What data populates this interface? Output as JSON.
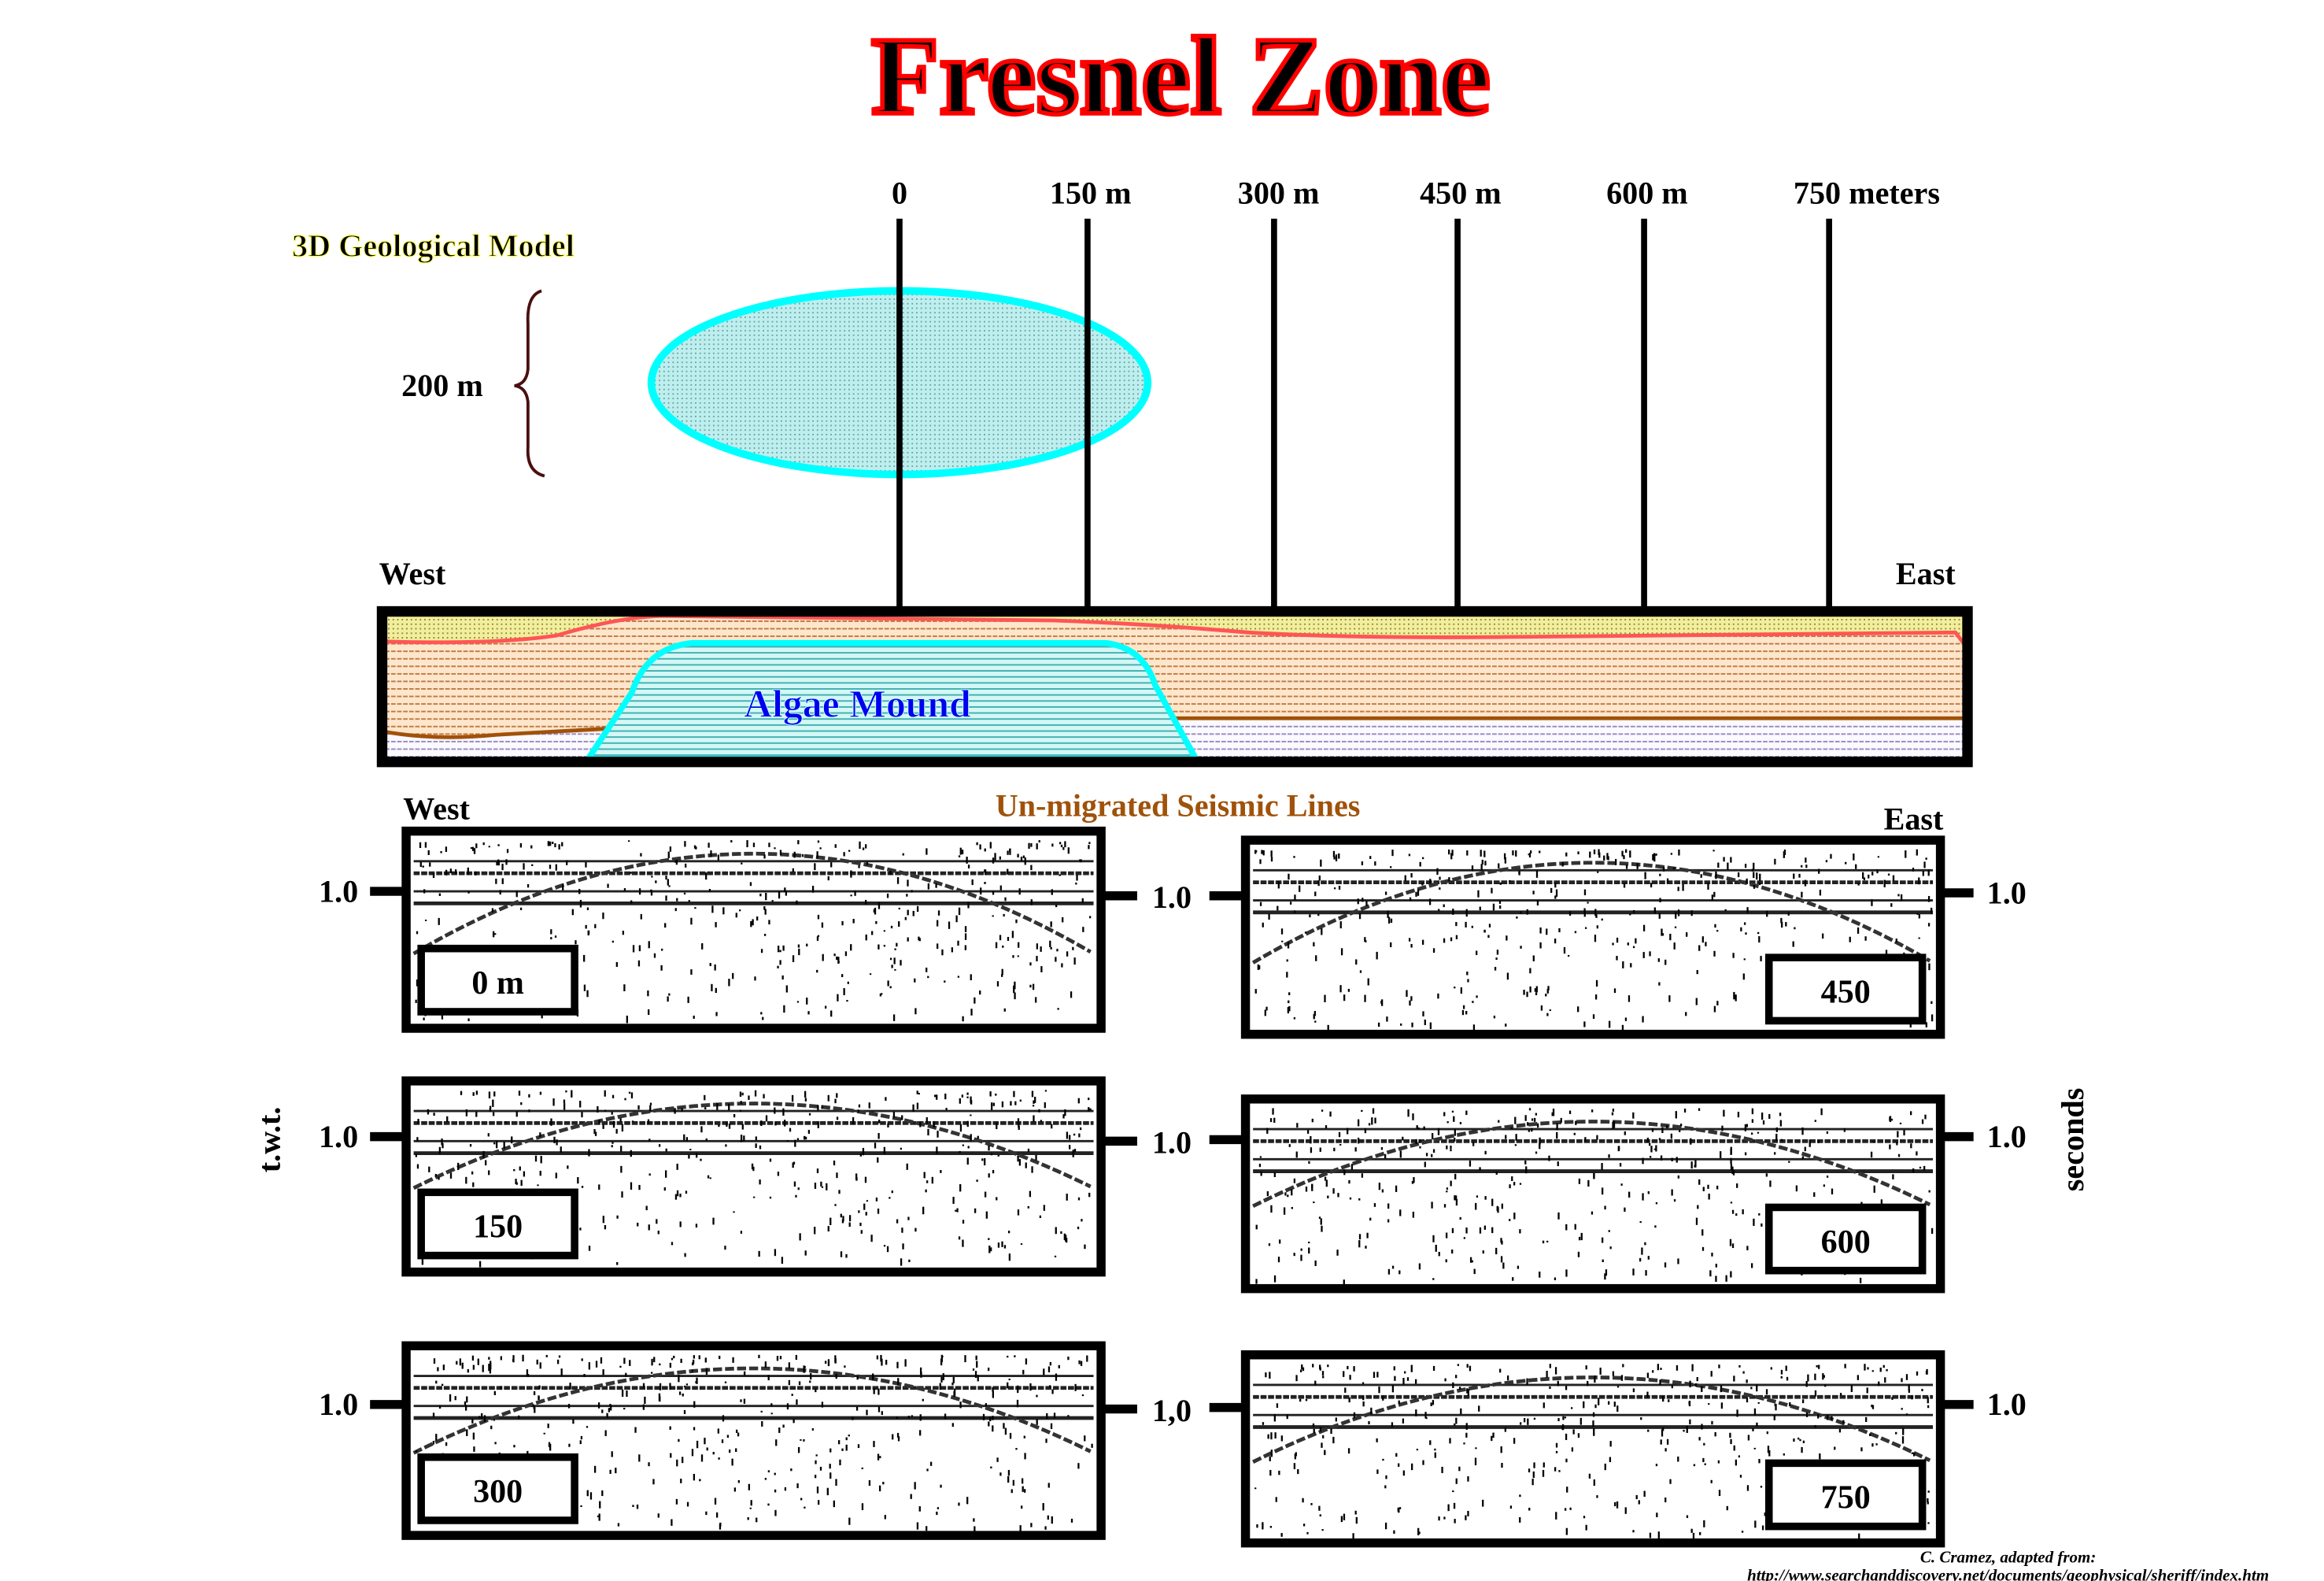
{
  "title": "Fresnel Zone",
  "model_label": "3D Geological Model",
  "height_label": "200 m",
  "distance_labels": [
    "0",
    "150 m",
    "300 m",
    "450 m",
    "600 m",
    "750 meters"
  ],
  "section": {
    "west": "West",
    "east": "East",
    "mound_label": "Algae Mound"
  },
  "seismic": {
    "title": "Un-migrated Seismic Lines",
    "west": "West",
    "east": "East",
    "y_axis_left": "t.w.t.",
    "y_axis_right": "seconds",
    "panels": [
      {
        "label": "0 m",
        "left_tick": "1.0",
        "right_tick": "1.0"
      },
      {
        "label": "150",
        "left_tick": "1.0",
        "right_tick": "1.0"
      },
      {
        "label": "300",
        "left_tick": "1.0",
        "right_tick": "1,0"
      },
      {
        "label": "450",
        "right_tick": "1.0"
      },
      {
        "label": "600",
        "right_tick": "1.0"
      },
      {
        "label": "750",
        "right_tick": "1.0"
      }
    ]
  },
  "credit": {
    "line1": "C. Cramez, adapted from:",
    "line2": "http://www.searchanddiscovery.net/documents/geophysical/sheriff/index.htm"
  },
  "colors": {
    "title_red": "#ff0000",
    "cyan": "#00ffff",
    "red_line": "#ff5555",
    "brown_line": "#a0520a",
    "seismic_title": "#a0520a",
    "highlight": "#ffff66"
  }
}
